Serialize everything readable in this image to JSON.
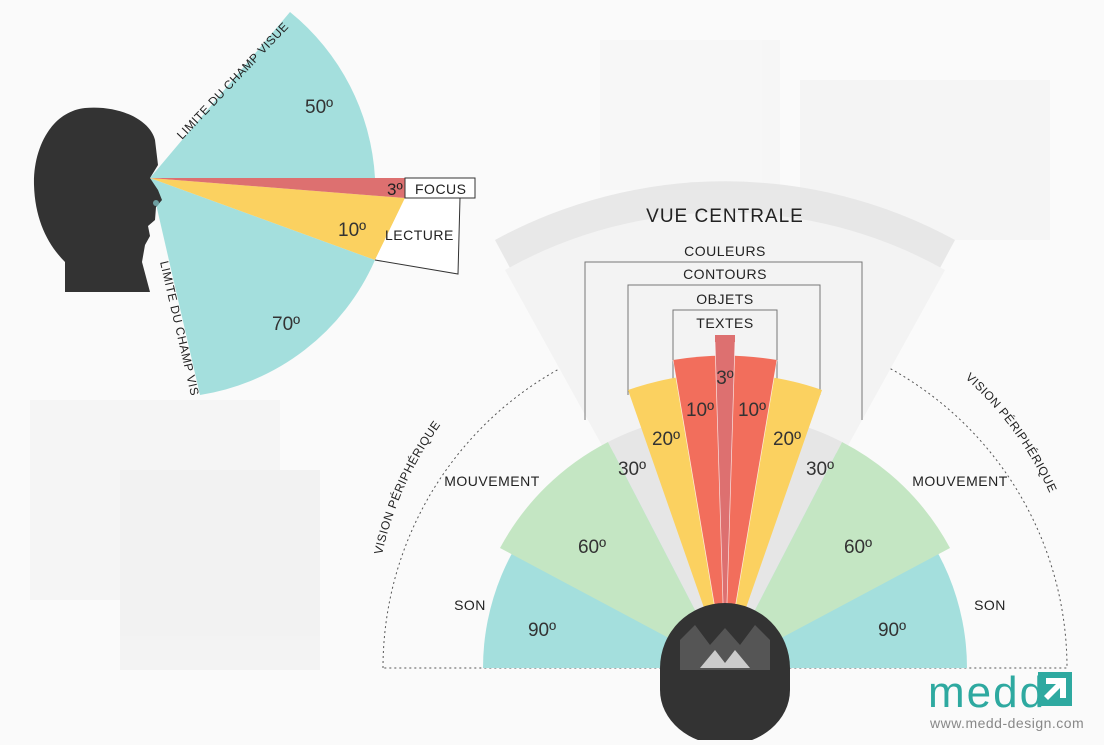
{
  "side_view": {
    "upper_limit_label": "LIMITE DU CHAMP VISUE",
    "lower_limit_label": "LIMITE DU CHAMP VISUE",
    "upper_angle": "50º",
    "lower_angle": "70º",
    "focus_angle": "3º",
    "focus_label": "FOCUS",
    "reading_angle": "10º",
    "reading_label": "LECTURE"
  },
  "top_view": {
    "title": "VUE CENTRALE",
    "zones": [
      "COULEURS",
      "CONTOURS",
      "OBJETS",
      "TEXTES"
    ],
    "peripheral_label": "VISION PÉRIPHÉRIQUE",
    "movement_label": "MOUVEMENT",
    "sound_label": "SON",
    "angles": {
      "focus": "3º",
      "ten_left": "10º",
      "ten_right": "10º",
      "twenty_left": "20º",
      "twenty_right": "20º",
      "thirty_left": "30º",
      "thirty_right": "30º",
      "sixty_left": "60º",
      "sixty_right": "60º",
      "ninety_left": "90º",
      "ninety_right": "90º"
    }
  },
  "brand": {
    "logo": "medd",
    "url": "www.medd-design.com"
  },
  "colors": {
    "teal": "#a4dfdd",
    "red": "#dd7070",
    "yellow": "#fbd160",
    "orange_red": "#f26e5c",
    "green": "#c4e6c3",
    "gray": "#ebebeb",
    "dark": "#333333",
    "brand": "#2ea9a0"
  }
}
